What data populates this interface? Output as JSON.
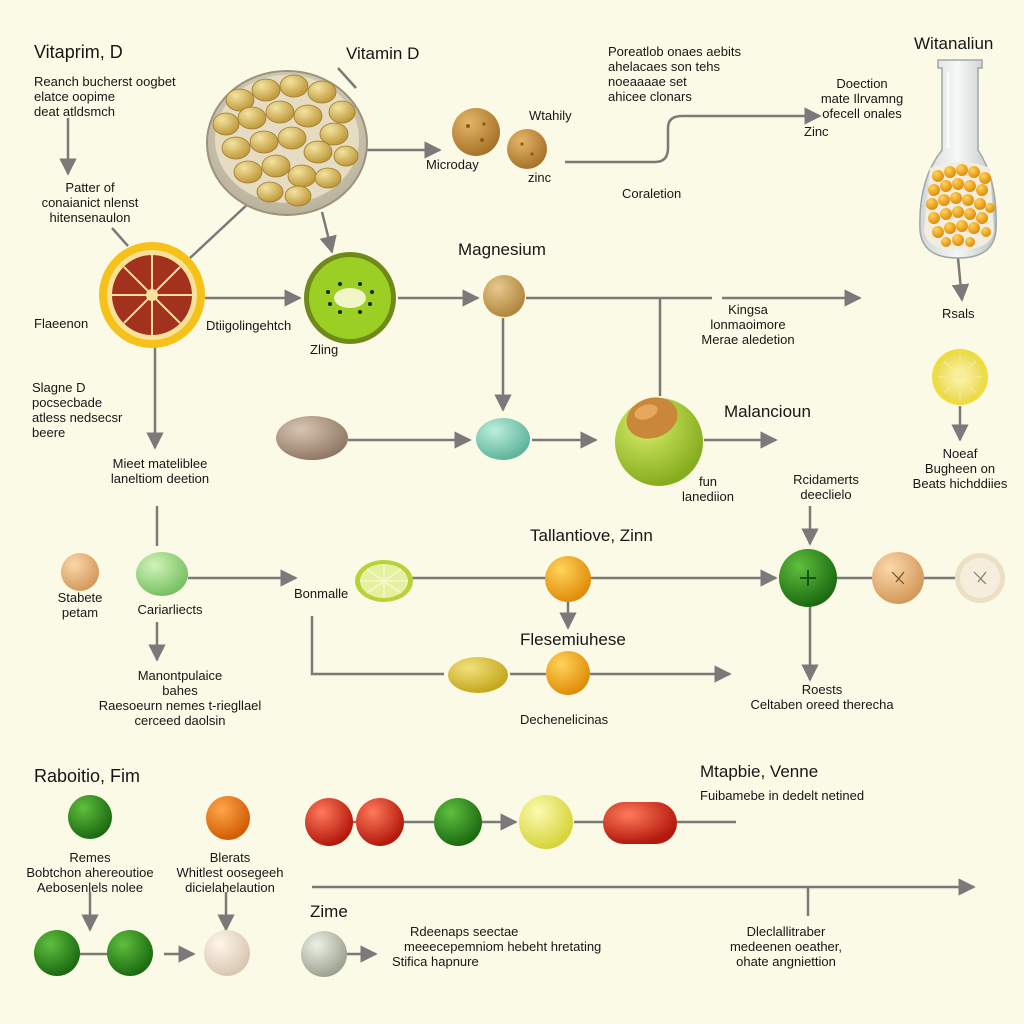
{
  "colors": {
    "background": "#fbfae6",
    "arrow": "#7a7a7a",
    "text": "#161616"
  },
  "labels": {
    "t_vitaprim": "Vitaprim, D",
    "t_vitamin_d": "Vitamin D",
    "t_witanaliun": "Witanaliun",
    "t_reanch": [
      "Reanch bucherst oogbet",
      "elatce oopime",
      "deat atldsmch"
    ],
    "t_poreatlob": [
      "Poreatlob onaes aebits",
      "ahelacaes son tehs",
      "noeaaaae set",
      "ahicee clonars"
    ],
    "t_doction": [
      "Doection",
      "mate Ilrvamng",
      "ofecell onales"
    ],
    "t_wtahily": "Wtahily",
    "t_zinc_top": "Zinc",
    "t_microday": "Microday",
    "t_zinc_small": "zinc",
    "t_coraletion": "Coraletion",
    "t_patter": [
      "Patter of",
      "conaianict nlenst",
      "hitensenaulon"
    ],
    "t_magnesium": "Magnesium",
    "t_flaeenon": "Flaeenon",
    "t_dtiigolinge": "Dtiigolingehtch",
    "t_zling": "Zling",
    "t_kingss": [
      "Kingsa",
      "lonmaoimore",
      "Merae aledetion"
    ],
    "t_rsals": "Rsals",
    "t_slagne": [
      "Slagne D",
      "pocsecbade",
      "atless nedsecsr",
      "beere"
    ],
    "t_malancioun": "Malancioun",
    "t_mieet": [
      "Mieet mateliblee",
      "laneltiom deetion"
    ],
    "t_fun": [
      "fun",
      "lanediion"
    ],
    "t_noeaf": [
      "Noeaf",
      "Bugheen on",
      "Beats hichddiies"
    ],
    "t_rcidamerts": [
      "Rcidamerts",
      "deeclielo"
    ],
    "t_tallantiove": "Tallantiove, Zinn",
    "t_stabete": [
      "Stabete",
      "petam"
    ],
    "t_cariarliects": "Cariarliects",
    "t_bonmalle": "Bonmalle",
    "t_flesemiuhese": "Flesemiuhese",
    "t_manontpulaice": [
      "Manontpulaice",
      "bahes",
      "Raesoeurn nemes t-riegllael",
      "cerceed daolsin"
    ],
    "t_dechenelicinas": "Dechenelicinas",
    "t_roests": [
      "Roests",
      "Celtaben oreed therecha"
    ],
    "t_raboitio": "Raboitio, Fim",
    "t_mtapbie": "Mtapbie, Venne",
    "t_fuibamebe": "Fuibamebe in dedelt netined",
    "t_remes": [
      "Remes",
      "Bobtchon ahereoutioe",
      "Aebosenlels nolee"
    ],
    "t_blerats": [
      "Blerats",
      "Whitlest oosegeeh",
      "dicielahelaution"
    ],
    "t_zime": "Zime",
    "t_rdeenaps": [
      "Rdeenaps seectae",
      "meeecepemniom hebeht hretating",
      "Stifica hapnure"
    ],
    "t_dleclallitraber": [
      "Dleclallitraber",
      "medeenen oeather,",
      "ohate angniettion"
    ]
  }
}
